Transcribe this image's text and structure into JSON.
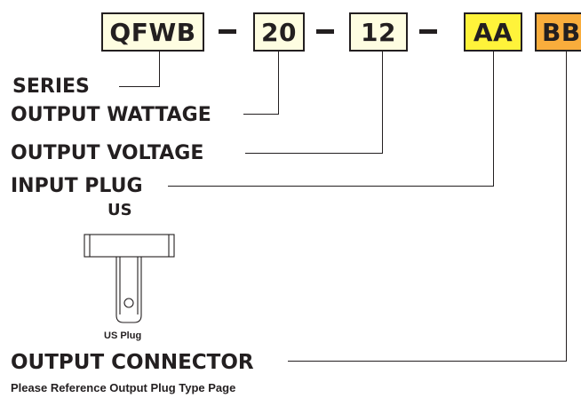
{
  "code": {
    "series": "QFWB",
    "wattage": "20",
    "voltage": "12",
    "input_plug": "AA",
    "output_connector": "BB",
    "separator": "-"
  },
  "labels": {
    "series": "SERIES",
    "output_wattage": "OUTPUT WATTAGE",
    "output_voltage": "OUTPUT VOLTAGE",
    "input_plug": "INPUT PLUG",
    "output_connector": "OUTPUT CONNECTOR"
  },
  "plug": {
    "region": "US",
    "caption": "US Plug"
  },
  "note": "Please Reference Output Plug Type Page",
  "colors": {
    "light_box": "#fefde1",
    "yellow_box": "#fff33a",
    "orange_box": "#f9ad3c",
    "ink": "#231f20"
  }
}
